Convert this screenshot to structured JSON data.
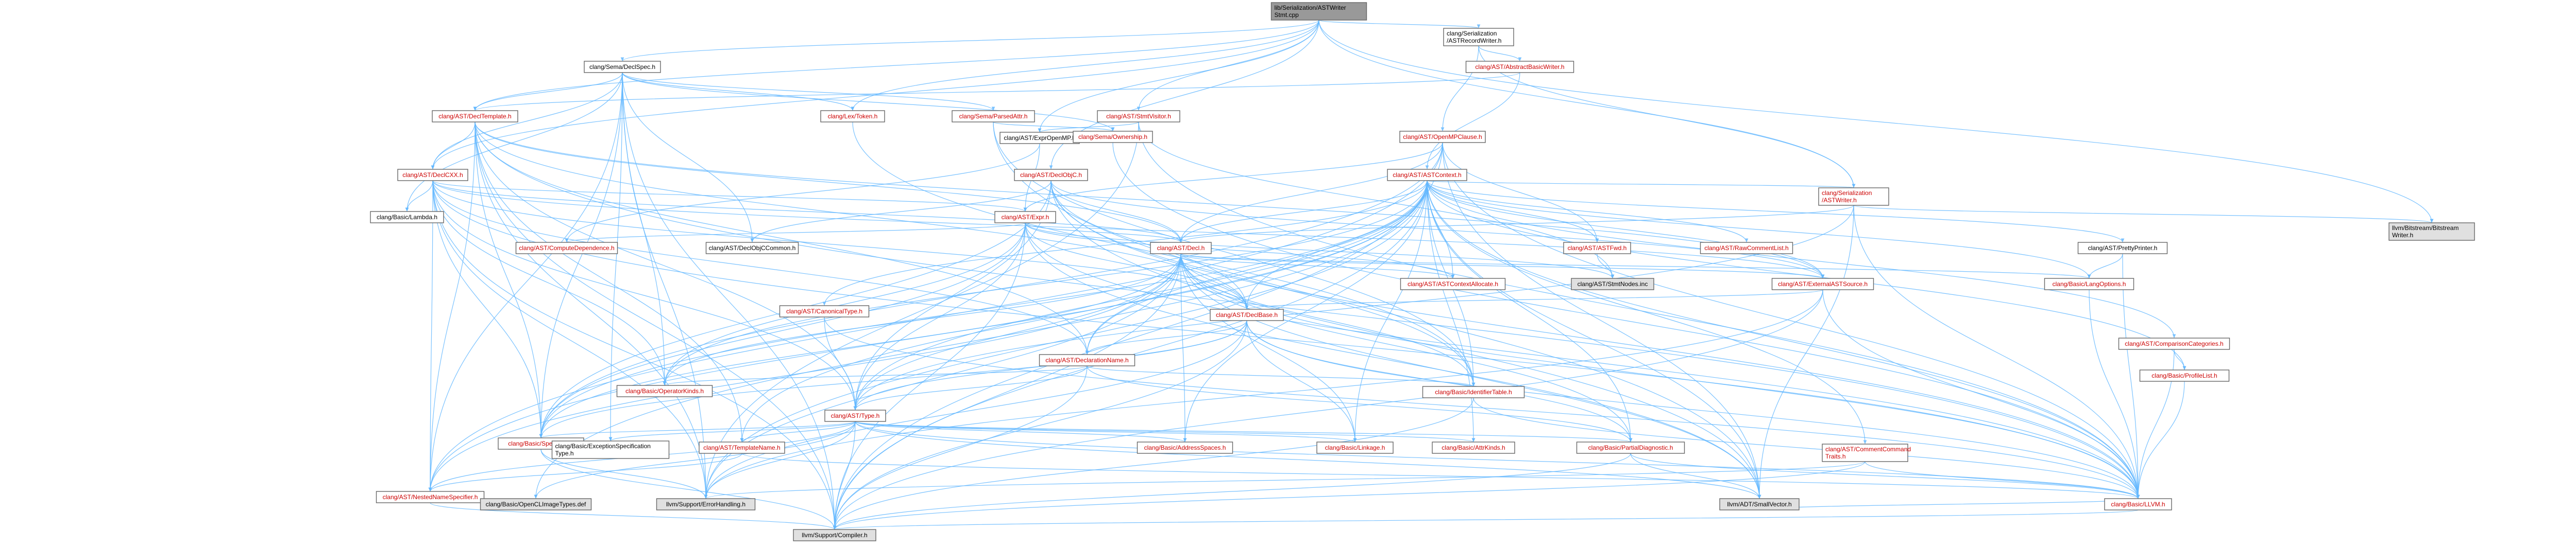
{
  "colors": {
    "root_fill": "#999999",
    "plain_fill": "#ffffff",
    "missing_fill": "#e0e0e0",
    "border": "#666666",
    "edge": "#63b8ff",
    "incomplete_label": "#cc0000"
  },
  "nodes": [
    {
      "id": "root",
      "lines": [
        "lib/Serialization/ASTWriter",
        "Stmt.cpp"
      ],
      "kind": "root"
    },
    {
      "id": "recordwriter",
      "lines": [
        "clang/Serialization",
        "/ASTRecordWriter.h"
      ],
      "kind": "plain"
    },
    {
      "id": "declspec",
      "lines": [
        "clang/Sema/DeclSpec.h"
      ],
      "kind": "plain"
    },
    {
      "id": "absbasicwriter",
      "lines": [
        "clang/AST/AbstractBasicWriter.h"
      ],
      "kind": "red"
    },
    {
      "id": "stmtvisitor",
      "lines": [
        "clang/AST/StmtVisitor.h"
      ],
      "kind": "red"
    },
    {
      "id": "exprobjc",
      "lines": [
        "clang/AST/ExprOpenMP.h"
      ],
      "kind": "plain"
    },
    {
      "id": "parsedattr",
      "lines": [
        "clang/Sema/ParsedAttr.h"
      ],
      "kind": "red"
    },
    {
      "id": "lextoken",
      "lines": [
        "clang/Lex/Token.h"
      ],
      "kind": "red"
    },
    {
      "id": "decltemplate",
      "lines": [
        "clang/AST/DeclTemplate.h"
      ],
      "kind": "red"
    },
    {
      "id": "ownership",
      "lines": [
        "clang/Sema/Ownership.h"
      ],
      "kind": "red"
    },
    {
      "id": "openmpclause",
      "lines": [
        "clang/AST/OpenMPClause.h"
      ],
      "kind": "red"
    },
    {
      "id": "declcxx",
      "lines": [
        "clang/AST/DeclCXX.h"
      ],
      "kind": "red"
    },
    {
      "id": "declobjc",
      "lines": [
        "clang/AST/DeclObjC.h"
      ],
      "kind": "red"
    },
    {
      "id": "astcontext",
      "lines": [
        "clang/AST/ASTContext.h"
      ],
      "kind": "red"
    },
    {
      "id": "serwriter",
      "lines": [
        "clang/Serialization",
        "/ASTWriter.h"
      ],
      "kind": "red"
    },
    {
      "id": "bitstream",
      "lines": [
        "llvm/Bitstream/Bitstream",
        "Writer.h"
      ],
      "kind": "missing"
    },
    {
      "id": "lambda",
      "lines": [
        "clang/Basic/Lambda.h"
      ],
      "kind": "plain"
    },
    {
      "id": "expr",
      "lines": [
        "clang/AST/Expr.h"
      ],
      "kind": "red"
    },
    {
      "id": "computedep",
      "lines": [
        "clang/AST/ComputeDependence.h"
      ],
      "kind": "red"
    },
    {
      "id": "declobjccommon",
      "lines": [
        "clang/AST/DeclObjCCommon.h"
      ],
      "kind": "plain"
    },
    {
      "id": "decl",
      "lines": [
        "clang/AST/Decl.h"
      ],
      "kind": "red"
    },
    {
      "id": "astfwd",
      "lines": [
        "clang/AST/ASTFwd.h"
      ],
      "kind": "red"
    },
    {
      "id": "rawcomment",
      "lines": [
        "clang/AST/RawCommentList.h"
      ],
      "kind": "red"
    },
    {
      "id": "prettyprinter",
      "lines": [
        "clang/AST/PrettyPrinter.h"
      ],
      "kind": "plain"
    },
    {
      "id": "stmtnodes",
      "lines": [
        "clang/AST/StmtNodes.inc"
      ],
      "kind": "missing"
    },
    {
      "id": "astcontextalloc",
      "lines": [
        "clang/AST/ASTContextAllocate.h"
      ],
      "kind": "red"
    },
    {
      "id": "externalast",
      "lines": [
        "clang/AST/ExternalASTSource.h"
      ],
      "kind": "red"
    },
    {
      "id": "langoptions",
      "lines": [
        "clang/Basic/LangOptions.h"
      ],
      "kind": "red"
    },
    {
      "id": "canonicaltype",
      "lines": [
        "clang/AST/CanonicalType.h"
      ],
      "kind": "red"
    },
    {
      "id": "declbase",
      "lines": [
        "clang/AST/DeclBase.h"
      ],
      "kind": "red"
    },
    {
      "id": "comparison",
      "lines": [
        "clang/AST/ComparisonCategories.h"
      ],
      "kind": "red"
    },
    {
      "id": "profilelist",
      "lines": [
        "clang/Basic/ProfileList.h"
      ],
      "kind": "red"
    },
    {
      "id": "declname",
      "lines": [
        "clang/AST/DeclarationName.h"
      ],
      "kind": "red"
    },
    {
      "id": "identtable",
      "lines": [
        "clang/Basic/IdentifierTable.h"
      ],
      "kind": "red"
    },
    {
      "id": "opkinds",
      "lines": [
        "clang/Basic/OperatorKinds.h"
      ],
      "kind": "red"
    },
    {
      "id": "type",
      "lines": [
        "clang/AST/Type.h"
      ],
      "kind": "red"
    },
    {
      "id": "specifiers",
      "lines": [
        "clang/Basic/Specifiers.h"
      ],
      "kind": "red"
    },
    {
      "id": "exceptionspec",
      "lines": [
        "clang/Basic/ExceptionSpecification",
        "Type.h"
      ],
      "kind": "plain"
    },
    {
      "id": "templatename",
      "lines": [
        "clang/AST/TemplateName.h"
      ],
      "kind": "red"
    },
    {
      "id": "addrspaces",
      "lines": [
        "clang/Basic/AddressSpaces.h"
      ],
      "kind": "red"
    },
    {
      "id": "linkage",
      "lines": [
        "clang/Basic/Linkage.h"
      ],
      "kind": "red"
    },
    {
      "id": "attrkinds",
      "lines": [
        "clang/Basic/AttrKinds.h"
      ],
      "kind": "red"
    },
    {
      "id": "partialdiag",
      "lines": [
        "clang/Basic/PartialDiagnostic.h"
      ],
      "kind": "red"
    },
    {
      "id": "commentcmd",
      "lines": [
        "clang/AST/CommentCommand",
        "Traits.h"
      ],
      "kind": "red"
    },
    {
      "id": "nestedname",
      "lines": [
        "clang/AST/NestedNameSpecifier.h"
      ],
      "kind": "red"
    },
    {
      "id": "opencl",
      "lines": [
        "clang/Basic/OpenCLImageTypes.def"
      ],
      "kind": "missing"
    },
    {
      "id": "errorhandling",
      "lines": [
        "llvm/Support/ErrorHandling.h"
      ],
      "kind": "missing"
    },
    {
      "id": "smallvector",
      "lines": [
        "llvm/ADT/SmallVector.h"
      ],
      "kind": "missing"
    },
    {
      "id": "llvmh",
      "lines": [
        "clang/Basic/LLVM.h"
      ],
      "kind": "red"
    },
    {
      "id": "compiler",
      "lines": [
        "llvm/Support/Compiler.h"
      ],
      "kind": "missing"
    }
  ],
  "edges": [
    [
      "root",
      "recordwriter"
    ],
    [
      "root",
      "declspec"
    ],
    [
      "root",
      "stmtvisitor"
    ],
    [
      "root",
      "exprobjc"
    ],
    [
      "root",
      "lextoken"
    ],
    [
      "root",
      "declcxx"
    ],
    [
      "root",
      "declobjc"
    ],
    [
      "root",
      "decltemplate"
    ],
    [
      "root",
      "serwriter"
    ],
    [
      "root",
      "bitstream"
    ],
    [
      "recordwriter",
      "absbasicwriter"
    ],
    [
      "recordwriter",
      "openmpclause"
    ],
    [
      "recordwriter",
      "serwriter"
    ],
    [
      "absbasicwriter",
      "astcontext"
    ],
    [
      "absbasicwriter",
      "decltemplate"
    ],
    [
      "declspec",
      "decltemplate"
    ],
    [
      "declspec",
      "declcxx"
    ],
    [
      "declspec",
      "parsedattr"
    ],
    [
      "declspec",
      "lextoken"
    ],
    [
      "declspec",
      "ownership"
    ],
    [
      "declspec",
      "declobjccommon"
    ],
    [
      "declspec",
      "lambda"
    ],
    [
      "declspec",
      "nestedname"
    ],
    [
      "declspec",
      "errorhandling"
    ],
    [
      "declspec",
      "compiler"
    ],
    [
      "declspec",
      "specifiers"
    ],
    [
      "declspec",
      "opkinds"
    ],
    [
      "declspec",
      "exceptionspec"
    ],
    [
      "stmtvisitor",
      "exprobjc"
    ],
    [
      "stmtvisitor",
      "stmtnodes"
    ],
    [
      "stmtvisitor",
      "llvmh"
    ],
    [
      "stmtvisitor",
      "errorhandling"
    ],
    [
      "exprobjc",
      "expr"
    ],
    [
      "exprobjc",
      "computedep"
    ],
    [
      "parsedattr",
      "ownership"
    ],
    [
      "parsedattr",
      "identtable"
    ],
    [
      "parsedattr",
      "smallvector"
    ],
    [
      "lextoken",
      "identtable"
    ],
    [
      "decltemplate",
      "declcxx"
    ],
    [
      "decltemplate",
      "decl"
    ],
    [
      "decltemplate",
      "declbase"
    ],
    [
      "decltemplate",
      "declname"
    ],
    [
      "decltemplate",
      "type"
    ],
    [
      "decltemplate",
      "templatename"
    ],
    [
      "decltemplate",
      "specifiers"
    ],
    [
      "decltemplate",
      "llvmh"
    ],
    [
      "decltemplate",
      "errorhandling"
    ],
    [
      "decltemplate",
      "compiler"
    ],
    [
      "decltemplate",
      "externalast"
    ],
    [
      "decltemplate",
      "nestedname"
    ],
    [
      "ownership",
      "llvmh"
    ],
    [
      "openmpclause",
      "astfwd"
    ],
    [
      "openmpclause",
      "decl"
    ],
    [
      "openmpclause",
      "expr"
    ],
    [
      "openmpclause",
      "nestedname"
    ],
    [
      "openmpclause",
      "specifiers"
    ],
    [
      "openmpclause",
      "llvmh"
    ],
    [
      "openmpclause",
      "smallvector"
    ],
    [
      "openmpclause",
      "compiler"
    ],
    [
      "declcxx",
      "decl"
    ],
    [
      "declcxx",
      "declbase"
    ],
    [
      "declcxx",
      "declname"
    ],
    [
      "declcxx",
      "expr"
    ],
    [
      "declcxx",
      "externalast"
    ],
    [
      "declcxx",
      "lambda"
    ],
    [
      "declcxx",
      "type"
    ],
    [
      "declcxx",
      "llvmh"
    ],
    [
      "declcxx",
      "specifiers"
    ],
    [
      "declcxx",
      "opkinds"
    ],
    [
      "declcxx",
      "nestedname"
    ],
    [
      "declcxx",
      "compiler"
    ],
    [
      "declcxx",
      "errorhandling"
    ],
    [
      "declobjc",
      "decl"
    ],
    [
      "declobjc",
      "declbase"
    ],
    [
      "declobjc",
      "declobjccommon"
    ],
    [
      "declobjc",
      "externalast"
    ],
    [
      "declobjc",
      "type"
    ],
    [
      "declobjc",
      "identtable"
    ],
    [
      "declobjc",
      "llvmh"
    ],
    [
      "declobjc",
      "specifiers"
    ],
    [
      "declobjc",
      "smallvector"
    ],
    [
      "astcontext",
      "astfwd"
    ],
    [
      "astcontext",
      "rawcomment"
    ],
    [
      "astcontext",
      "prettyprinter"
    ],
    [
      "astcontext",
      "decl"
    ],
    [
      "astcontext",
      "declbase"
    ],
    [
      "astcontext",
      "declname"
    ],
    [
      "astcontext",
      "externalast"
    ],
    [
      "astcontext",
      "canonicaltype"
    ],
    [
      "astcontext",
      "comparison"
    ],
    [
      "astcontext",
      "commentcmd"
    ],
    [
      "astcontext",
      "nestedname"
    ],
    [
      "astcontext",
      "templatename"
    ],
    [
      "astcontext",
      "type"
    ],
    [
      "astcontext",
      "langoptions"
    ],
    [
      "astcontext",
      "profilelist"
    ],
    [
      "astcontext",
      "addrspaces"
    ],
    [
      "astcontext",
      "attrkinds"
    ],
    [
      "astcontext",
      "linkage"
    ],
    [
      "astcontext",
      "partialdiag"
    ],
    [
      "astcontext",
      "specifiers"
    ],
    [
      "astcontext",
      "identtable"
    ],
    [
      "astcontext",
      "opkinds"
    ],
    [
      "astcontext",
      "llvmh"
    ],
    [
      "astcontext",
      "smallvector"
    ],
    [
      "astcontext",
      "errorhandling"
    ],
    [
      "astcontext",
      "compiler"
    ],
    [
      "astcontext",
      "astcontextalloc"
    ],
    [
      "astcontext",
      "opencl"
    ],
    [
      "serwriter",
      "astcontext"
    ],
    [
      "serwriter",
      "decl"
    ],
    [
      "serwriter",
      "type"
    ],
    [
      "serwriter",
      "llvmh"
    ],
    [
      "serwriter",
      "smallvector"
    ],
    [
      "serwriter",
      "bitstream"
    ],
    [
      "expr",
      "decl"
    ],
    [
      "expr",
      "computedep"
    ],
    [
      "expr",
      "astcontextalloc"
    ],
    [
      "expr",
      "declbase"
    ],
    [
      "expr",
      "type"
    ],
    [
      "expr",
      "opkinds"
    ],
    [
      "expr",
      "specifiers"
    ],
    [
      "expr",
      "llvmh"
    ],
    [
      "expr",
      "smallvector"
    ],
    [
      "expr",
      "compiler"
    ],
    [
      "expr",
      "stmtnodes"
    ],
    [
      "decl",
      "astcontextalloc"
    ],
    [
      "decl",
      "externalast"
    ],
    [
      "decl",
      "declbase"
    ],
    [
      "decl",
      "declname"
    ],
    [
      "decl",
      "nestedname"
    ],
    [
      "decl",
      "type"
    ],
    [
      "decl",
      "redeclarable"
    ],
    [
      "decl",
      "addrspaces"
    ],
    [
      "decl",
      "identtable"
    ],
    [
      "decl",
      "linkage"
    ],
    [
      "decl",
      "opkinds"
    ],
    [
      "decl",
      "partialdiag"
    ],
    [
      "decl",
      "specifiers"
    ],
    [
      "decl",
      "llvmh"
    ],
    [
      "decl",
      "compiler"
    ],
    [
      "decl",
      "errorhandling"
    ],
    [
      "decl",
      "smallvector"
    ],
    [
      "decl",
      "langoptions"
    ],
    [
      "astfwd",
      "stmtnodes"
    ],
    [
      "prettyprinter",
      "langoptions"
    ],
    [
      "prettyprinter",
      "llvmh"
    ],
    [
      "externalast",
      "declbase"
    ],
    [
      "externalast",
      "llvmh"
    ],
    [
      "externalast",
      "compiler"
    ],
    [
      "externalast",
      "errorhandling"
    ],
    [
      "langoptions",
      "llvmh"
    ],
    [
      "canonicaltype",
      "type"
    ],
    [
      "canonicaltype",
      "llvmh"
    ],
    [
      "declbase",
      "declname"
    ],
    [
      "declbase",
      "specifiers"
    ],
    [
      "declbase",
      "llvmh"
    ],
    [
      "declbase",
      "linkage"
    ],
    [
      "declbase",
      "compiler"
    ],
    [
      "declbase",
      "errorhandling"
    ],
    [
      "declbase",
      "partialdiag"
    ],
    [
      "declbase",
      "type"
    ],
    [
      "comparison",
      "llvmh"
    ],
    [
      "comparison",
      "profilelist"
    ],
    [
      "profilelist",
      "llvmh"
    ],
    [
      "declname",
      "identtable"
    ],
    [
      "declname",
      "opkinds"
    ],
    [
      "declname",
      "type"
    ],
    [
      "declname",
      "compiler"
    ],
    [
      "declname",
      "partialdiag"
    ],
    [
      "identtable",
      "llvmh"
    ],
    [
      "identtable",
      "compiler"
    ],
    [
      "type",
      "specifiers"
    ],
    [
      "type",
      "exceptionspec"
    ],
    [
      "type",
      "templatename"
    ],
    [
      "type",
      "addrspaces"
    ],
    [
      "type",
      "linkage"
    ],
    [
      "type",
      "attrkinds"
    ],
    [
      "type",
      "partialdiag"
    ],
    [
      "type",
      "nestedname"
    ],
    [
      "type",
      "opencl"
    ],
    [
      "type",
      "errorhandling"
    ],
    [
      "type",
      "llvmh"
    ],
    [
      "type",
      "compiler"
    ],
    [
      "type",
      "smallvector"
    ],
    [
      "specifiers",
      "compiler"
    ],
    [
      "specifiers",
      "errorhandling"
    ],
    [
      "templatename",
      "nestedname"
    ],
    [
      "templatename",
      "llvmh"
    ],
    [
      "partialdiag",
      "llvmh"
    ],
    [
      "partialdiag",
      "smallvector"
    ],
    [
      "partialdiag",
      "compiler"
    ],
    [
      "commentcmd",
      "llvmh"
    ],
    [
      "commentcmd",
      "errorhandling"
    ],
    [
      "commentcmd",
      "compiler"
    ],
    [
      "nestedname",
      "compiler"
    ],
    [
      "llvmh",
      "smallvector"
    ],
    [
      "llvmh",
      "compiler"
    ]
  ]
}
